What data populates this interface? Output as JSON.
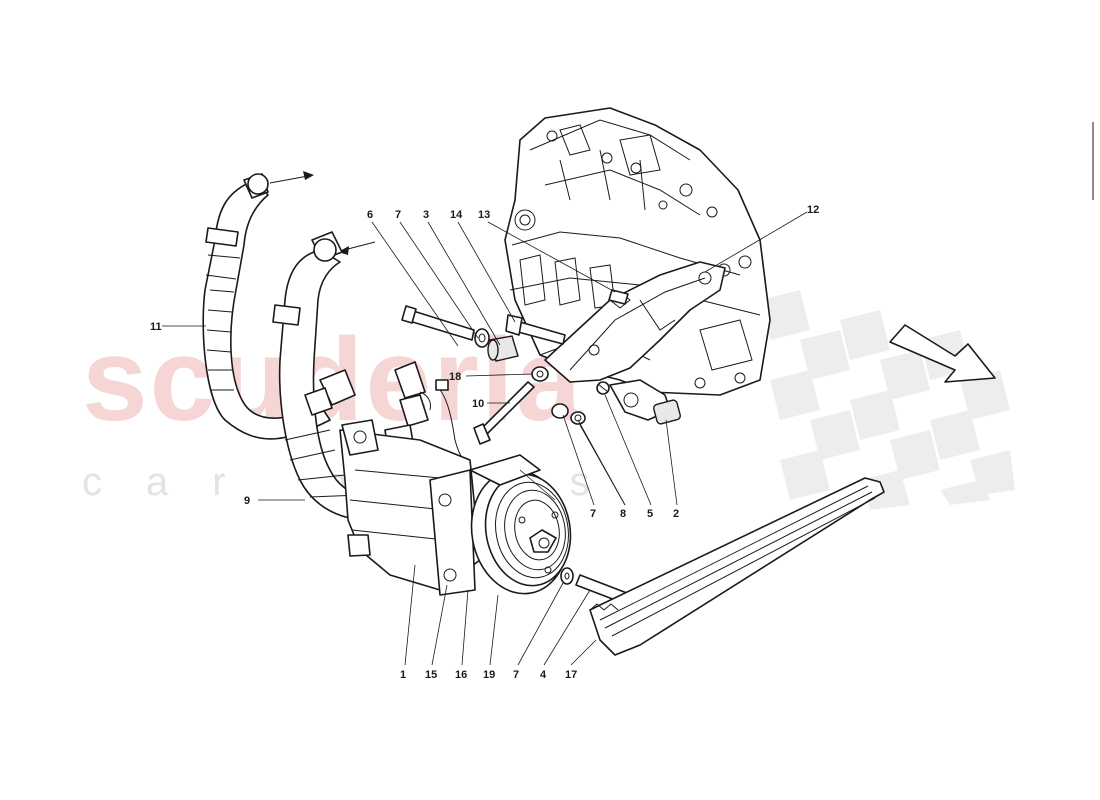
{
  "watermark": {
    "brand": "scuderia",
    "tagline": "car parts"
  },
  "callouts": [
    {
      "id": "c-1",
      "label": "1"
    },
    {
      "id": "c-15",
      "label": "15"
    },
    {
      "id": "c-16",
      "label": "16"
    },
    {
      "id": "c-19",
      "label": "19"
    },
    {
      "id": "c-7a",
      "label": "7"
    },
    {
      "id": "c-4",
      "label": "4"
    },
    {
      "id": "c-17",
      "label": "17"
    },
    {
      "id": "c-9",
      "label": "9"
    },
    {
      "id": "c-11",
      "label": "11"
    },
    {
      "id": "c-6",
      "label": "6"
    },
    {
      "id": "c-7b",
      "label": "7"
    },
    {
      "id": "c-3",
      "label": "3"
    },
    {
      "id": "c-14",
      "label": "14"
    },
    {
      "id": "c-13",
      "label": "13"
    },
    {
      "id": "c-12",
      "label": "12"
    },
    {
      "id": "c-18",
      "label": "18"
    },
    {
      "id": "c-10",
      "label": "10"
    },
    {
      "id": "c-7c",
      "label": "7"
    },
    {
      "id": "c-8",
      "label": "8"
    },
    {
      "id": "c-5",
      "label": "5"
    },
    {
      "id": "c-2",
      "label": "2"
    }
  ],
  "colors": {
    "ink": "#1a1a1a",
    "watermark_red": "#f3c8c8",
    "watermark_grey": "#e3e3e3"
  }
}
